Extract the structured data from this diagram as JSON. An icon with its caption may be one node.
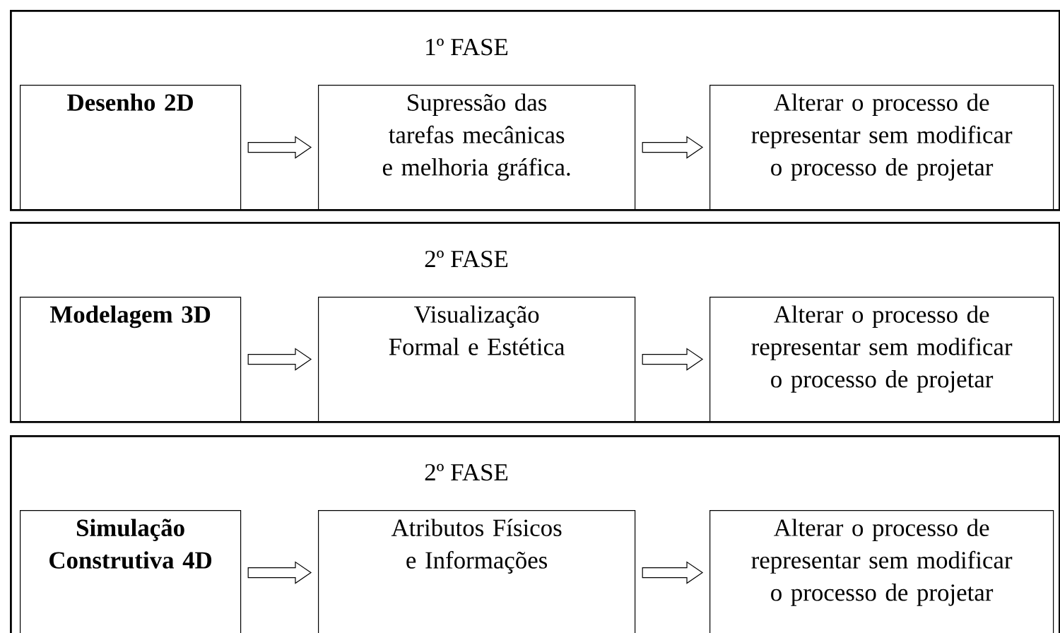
{
  "diagram": {
    "nodes": [
      {
        "text": [
          "1º FASE"
        ]
      },
      {
        "text": [
          "**Desenho 2D**"
        ],
        "in": 0
      },
      {
        "text": [
          "Supressão das tarefas mecânicas e melhoria gráfica."
        ],
        "in": 0
      },
      {
        "text": [
          "Alterar o processo de representar sem modificar o processo de projetar"
        ],
        "in": 0
      },
      {
        "text": [
          "2º FASE"
        ]
      },
      {
        "text": [
          "**Modelagem 3D**"
        ],
        "in": 4
      },
      {
        "text": [
          "Visualização Formal e Estética"
        ],
        "in": 4
      },
      {
        "text": [
          "Alterar o processo de representar sem modificar o processo de projetar"
        ],
        "in": 4
      },
      {
        "text": [
          "2º FASE"
        ]
      },
      {
        "text": [
          "**Simulação Construtiva 4D**"
        ],
        "in": 8
      },
      {
        "text": [
          "Atributos Físicos e Informações"
        ],
        "in": 8
      },
      {
        "text": [
          "Alterar o processo de representar sem modificar o processo de projetar"
        ],
        "in": 8
      }
    ],
    "edges": [
      {
        "from": 1,
        "to": 2,
        "arrow": "to"
      },
      {
        "from": 2,
        "to": 3,
        "arrow": "to"
      },
      {
        "from": 5,
        "to": 6,
        "arrow": "to"
      },
      {
        "from": 6,
        "to": 7,
        "arrow": "to"
      },
      {
        "from": 9,
        "to": 10,
        "arrow": "to"
      },
      {
        "from": 10,
        "to": 11,
        "arrow": "to"
      }
    ]
  }
}
